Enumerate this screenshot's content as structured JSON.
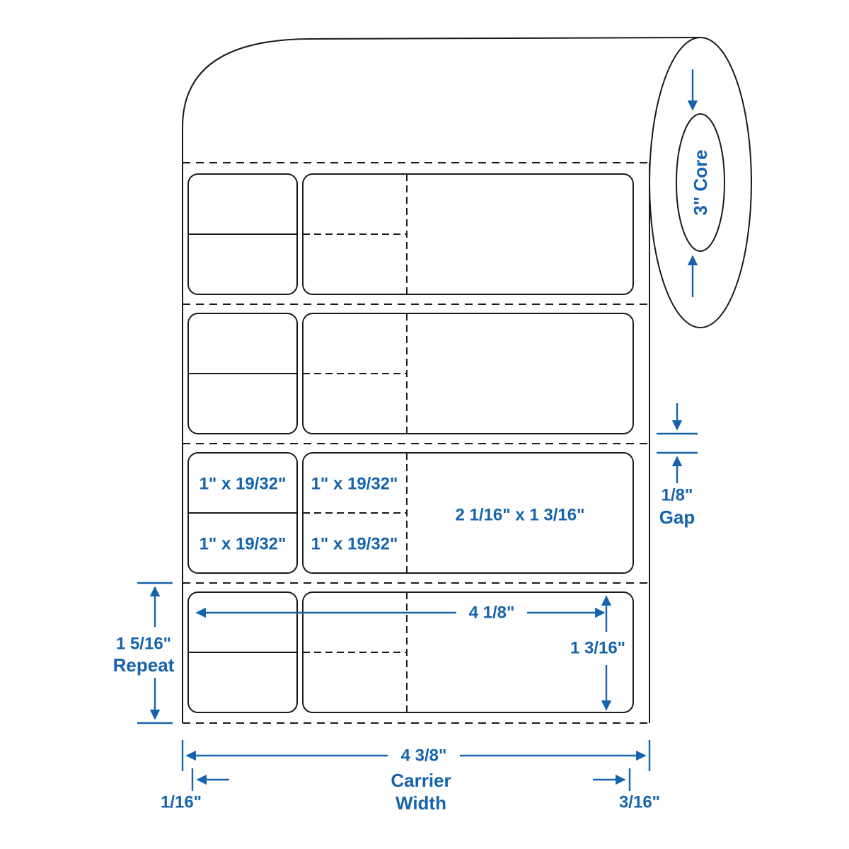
{
  "colors": {
    "accent": "#1663AC",
    "line": "#1A1A1A",
    "background": "#FFFFFF"
  },
  "roll": {
    "core_label": "3\" Core"
  },
  "labels": {
    "small_section_size": "1\" x 19/32\"",
    "large_section_size": "2 1/16\" x 1 3/16\""
  },
  "dimensions": {
    "gap_value": "1/8\"",
    "gap_label": "Gap",
    "repeat_value": "1 5/16\"",
    "repeat_label": "Repeat",
    "label_width": "4 1/8\"",
    "label_height": "1 3/16\"",
    "carrier_width": "4 3/8\"",
    "carrier_label_line1": "Carrier",
    "carrier_label_line2": "Width",
    "left_margin": "1/16\"",
    "right_margin": "3/16\""
  }
}
